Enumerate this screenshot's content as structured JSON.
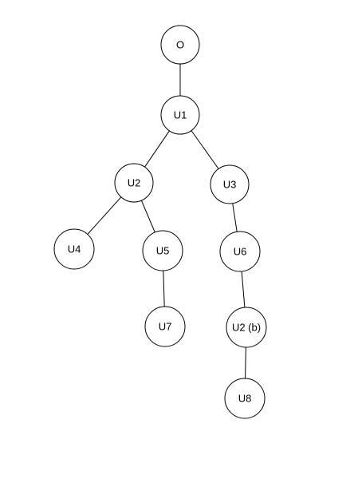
{
  "diagram": {
    "type": "tree",
    "nodes": [
      {
        "id": "O",
        "label": "O"
      },
      {
        "id": "U1",
        "label": "U1"
      },
      {
        "id": "U2",
        "label": "U2"
      },
      {
        "id": "U3",
        "label": "U3"
      },
      {
        "id": "U4",
        "label": "U4"
      },
      {
        "id": "U5",
        "label": "U5"
      },
      {
        "id": "U6",
        "label": "U6"
      },
      {
        "id": "U7",
        "label": "U7"
      },
      {
        "id": "U2b",
        "label": "U2 (b)"
      },
      {
        "id": "U8",
        "label": "U8"
      }
    ],
    "edges": [
      {
        "from": "O",
        "to": "U1"
      },
      {
        "from": "U1",
        "to": "U2"
      },
      {
        "from": "U1",
        "to": "U3"
      },
      {
        "from": "U2",
        "to": "U4"
      },
      {
        "from": "U2",
        "to": "U5"
      },
      {
        "from": "U3",
        "to": "U6"
      },
      {
        "from": "U5",
        "to": "U7"
      },
      {
        "from": "U6",
        "to": "U2b"
      },
      {
        "from": "U2b",
        "to": "U8"
      }
    ]
  },
  "colors": {
    "stroke": "#000000",
    "fill": "#ffffff",
    "text": "#000000"
  }
}
